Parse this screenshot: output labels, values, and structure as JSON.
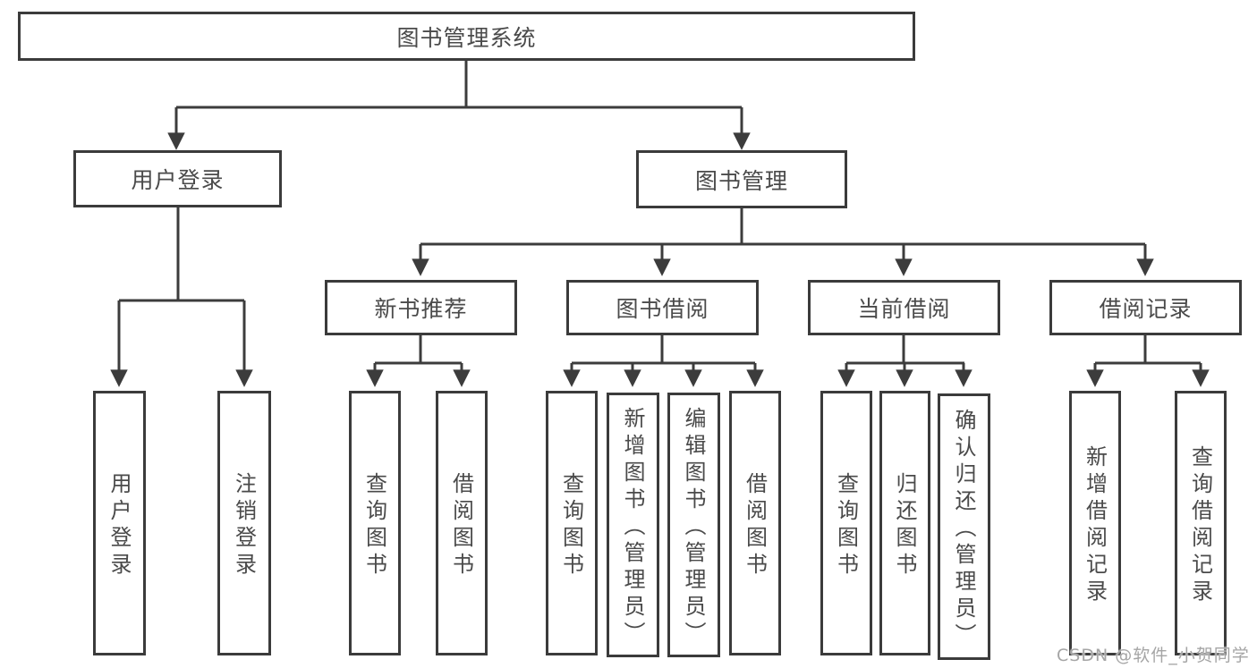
{
  "diagram_type": "tree-diagram",
  "tree": {
    "label": "图书管理系统",
    "children": [
      {
        "label": "用户登录",
        "children": [
          {
            "label": "用户登录"
          },
          {
            "label": "注销登录"
          }
        ]
      },
      {
        "label": "图书管理",
        "children": [
          {
            "label": "新书推荐",
            "children": [
              {
                "label": "查询图书"
              },
              {
                "label": "借阅图书"
              }
            ]
          },
          {
            "label": "图书借阅",
            "children": [
              {
                "label": "查询图书"
              },
              {
                "label": "新增图书（管理员）"
              },
              {
                "label": "编辑图书（管理员）"
              },
              {
                "label": "借阅图书"
              }
            ]
          },
          {
            "label": "当前借阅",
            "children": [
              {
                "label": "查询图书"
              },
              {
                "label": "归还图书"
              },
              {
                "label": "确认归还（管理员）"
              }
            ]
          },
          {
            "label": "借阅记录",
            "children": [
              {
                "label": "新增借阅记录"
              },
              {
                "label": "查询借阅记录"
              }
            ]
          }
        ]
      }
    ]
  },
  "watermark": "CSDN @软件_小贺同学",
  "colors": {
    "line": "#3c3c3c",
    "box_border": "#3b3b3b",
    "text": "#4a4a4a",
    "box_background": "#ffffff",
    "page_background": "#ffffff",
    "watermark_text": "#a5a5a5"
  }
}
